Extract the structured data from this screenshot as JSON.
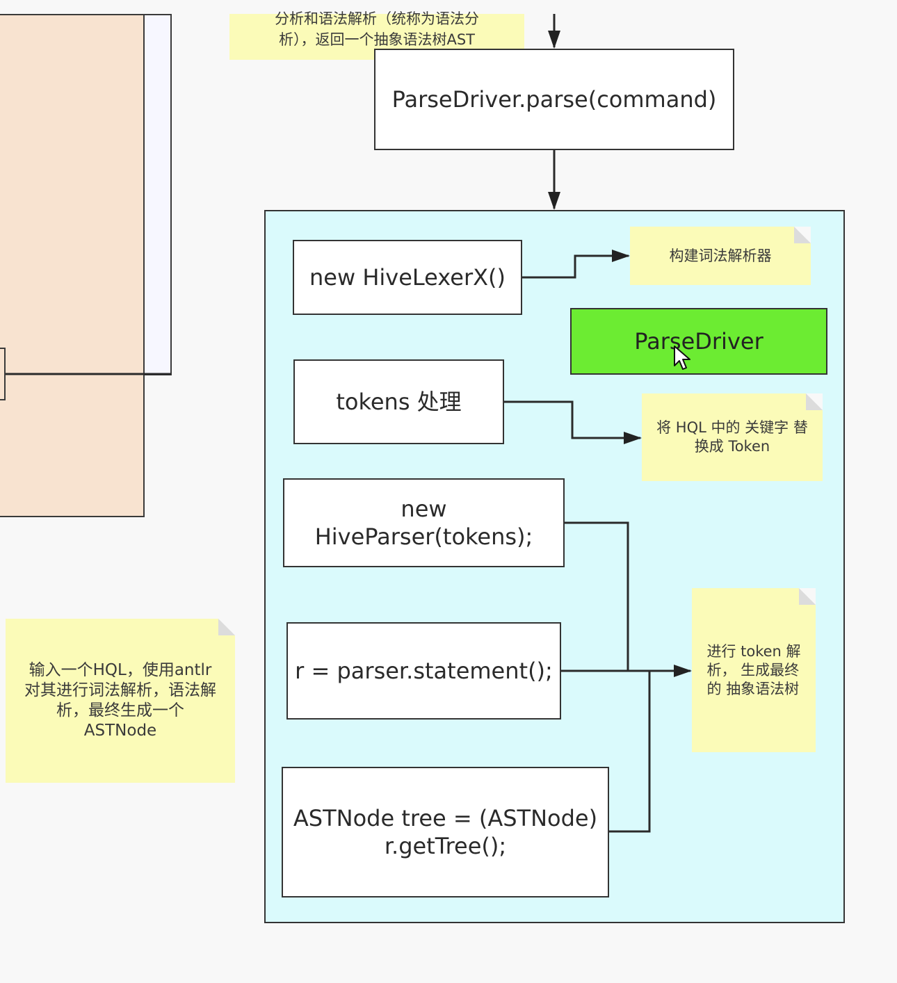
{
  "diagram": {
    "top_note": "分析和语法解析（统称为语法分\n析），返回一个抽象语法树AST",
    "parse_call": "ParseDriver.parse(command)",
    "container": {
      "lexer": "new HiveLexerX()",
      "lexer_note": "构建词法解析器",
      "parse_driver": "ParseDriver",
      "tokens": "tokens 处理",
      "tokens_note": "将 HQL 中的 关键字 替\n换成 Token",
      "parser": "new\nHiveParser(tokens);",
      "statement": "r = parser.statement();",
      "tree": "ASTNode tree = (ASTNode)\nr.getTree();",
      "tree_note": "进行 token 解\n析， 生成最终\n的 抽象语法树"
    },
    "left_note": "输入一个HQL，使用antlr\n对其进行词法解析，语法解\n析，最终生成一个\nASTNode"
  },
  "colors": {
    "peach": "#f8e3d0",
    "container": "#dafafc",
    "note": "#fbfbb8",
    "highlight": "#6cec32"
  }
}
